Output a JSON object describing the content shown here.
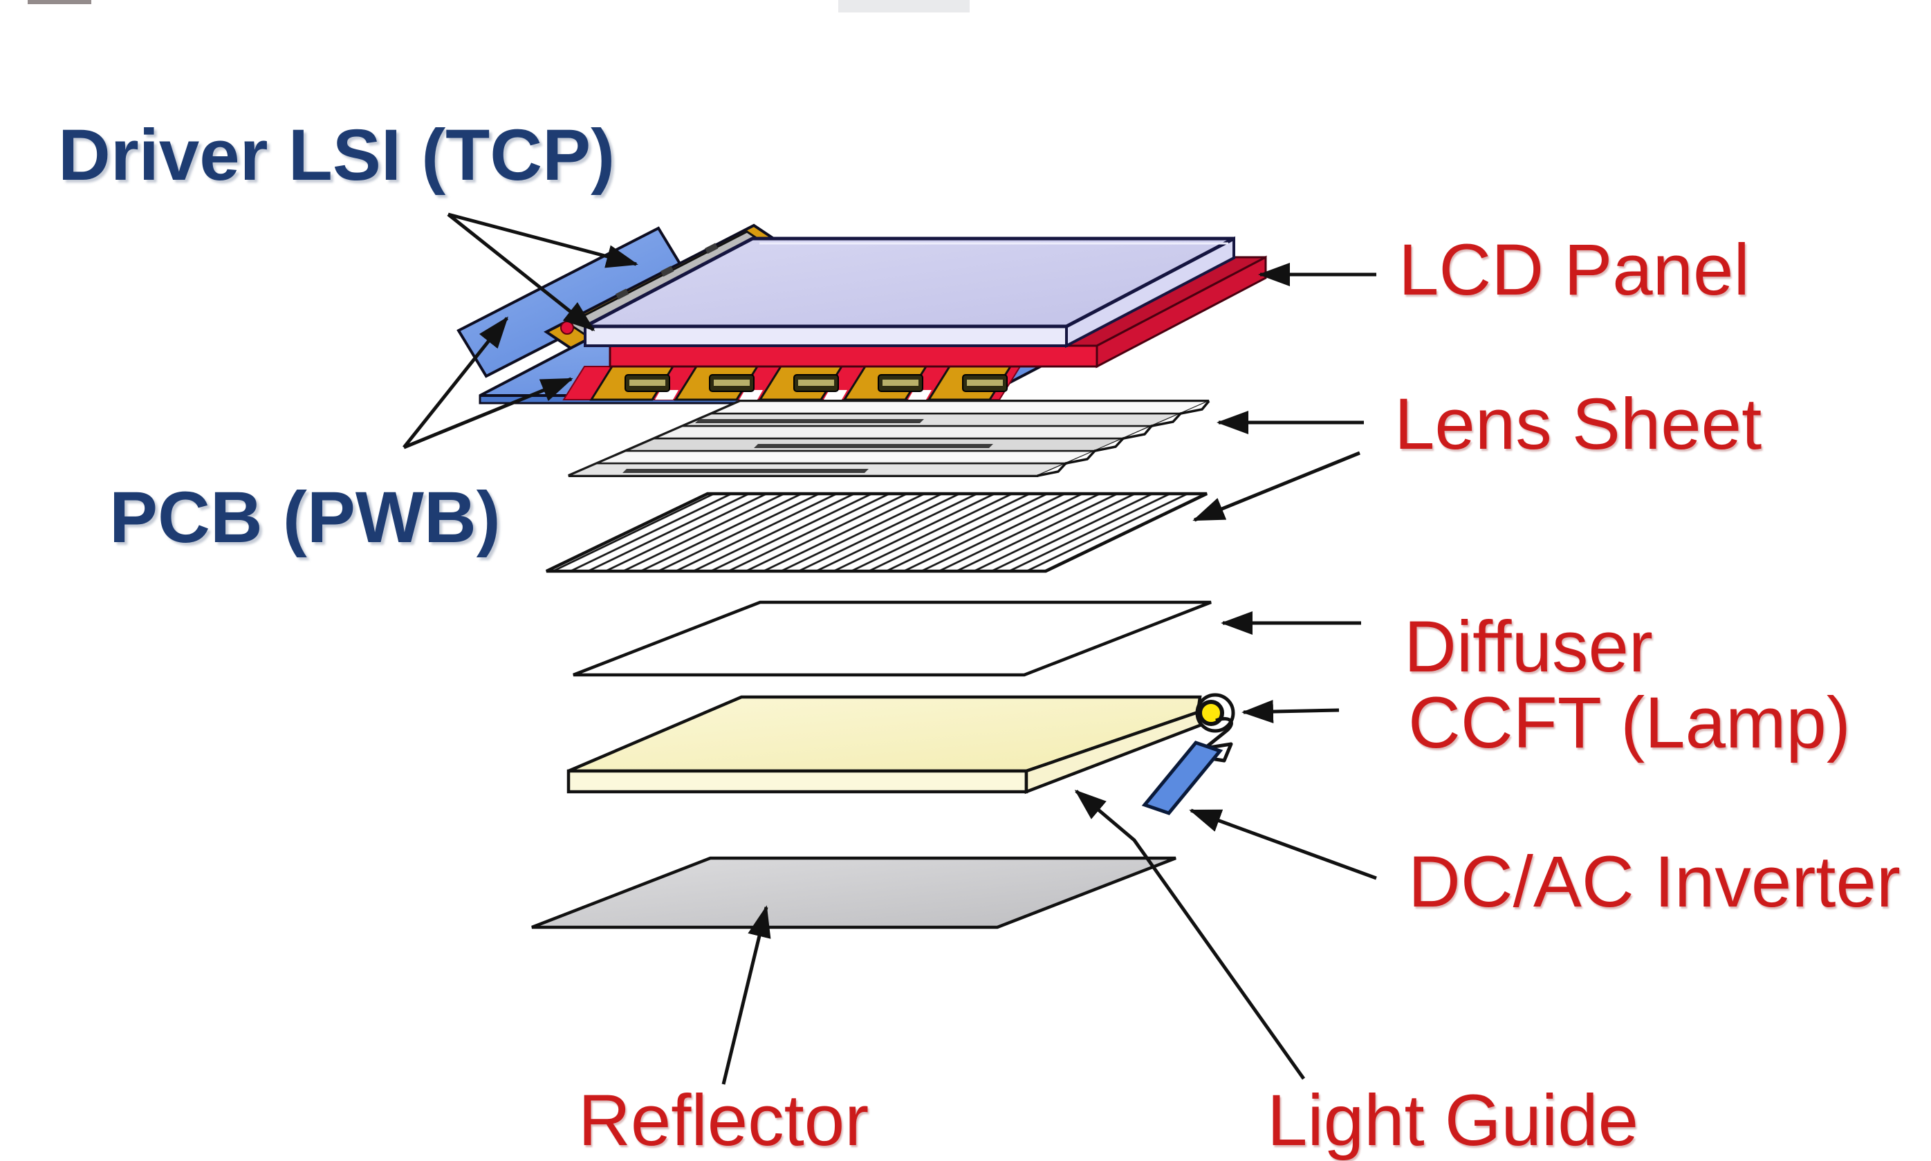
{
  "diagram": {
    "type": "exploded-view LCD module diagram",
    "background": "#ffffff",
    "labels": {
      "driver_lsi": {
        "text": "Driver LSI (TCP)",
        "color": "#1E3C72"
      },
      "pcb": {
        "text": "PCB (PWB)",
        "color": "#1E3C72"
      },
      "lcd_panel": {
        "text": "LCD Panel",
        "color": "#CC1B1B"
      },
      "lens_sheet": {
        "text": "Lens Sheet",
        "color": "#CC1B1B"
      },
      "diffuser": {
        "text": "Diffuser",
        "color": "#CC1B1B"
      },
      "ccft_lamp": {
        "text": "CCFT (Lamp)",
        "color": "#CC1B1B"
      },
      "dc_ac_inverter": {
        "text": "DC/AC Inverter",
        "color": "#CC1B1B"
      },
      "reflector": {
        "text": "Reflector",
        "color": "#CC1B1B"
      },
      "light_guide": {
        "text": "Light Guide",
        "color": "#CC1B1B"
      }
    },
    "colors": {
      "navy_label": "#1E3C72",
      "red_label": "#CC1B1B",
      "lcd_glass_lavender": "#C9C9EC",
      "lcd_glass_edge": "#E9E9FA",
      "lower_glass_red": "#E8173A",
      "tcp_gold": "#D89B10",
      "pcb_blue": "#6B95E8",
      "connector_silver": "#BBBBBB",
      "light_guide_yellow": "#F8F3C5",
      "lamp_yellow": "#FFE70A",
      "inverter_blue": "#5B8BE0",
      "reflector_gray": "#C9C9CB",
      "outline": "#111111"
    }
  }
}
